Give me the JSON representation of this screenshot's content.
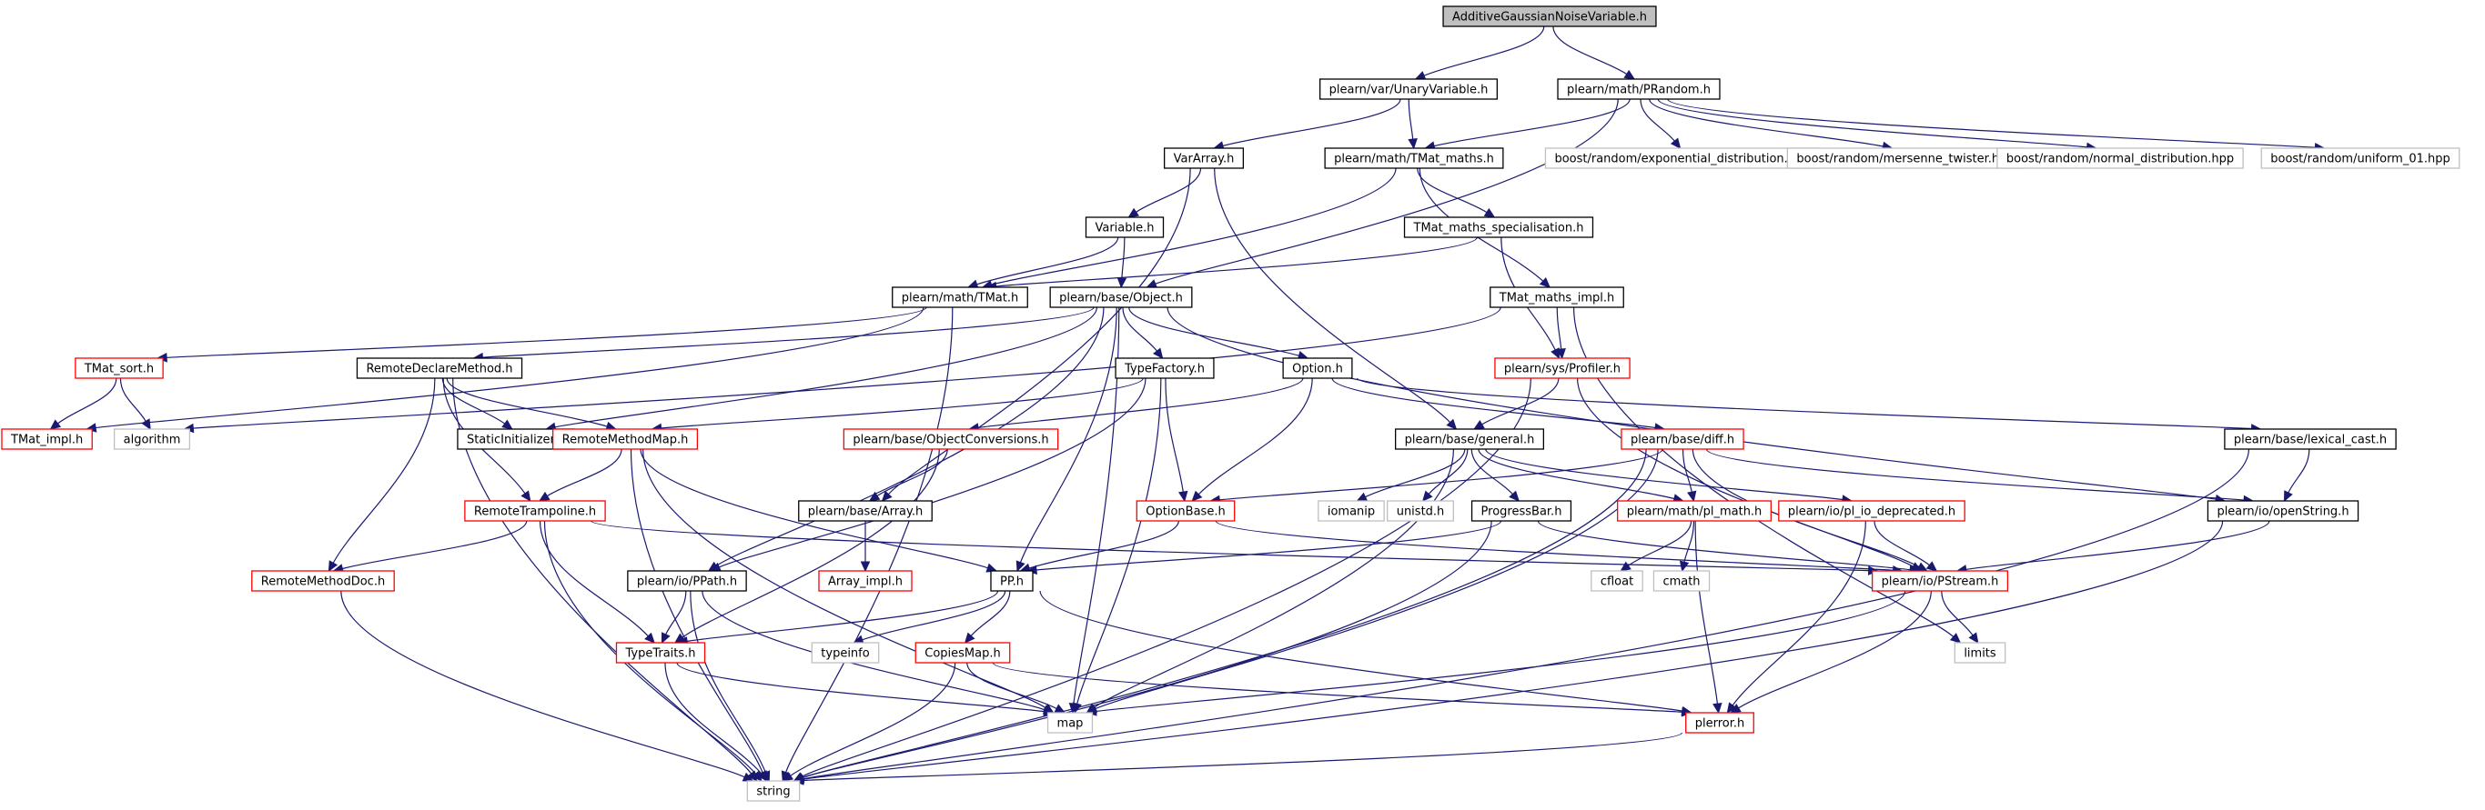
{
  "graph": {
    "colors": {
      "edge": "#191970",
      "root_fill": "#bfbfbf",
      "red": "#ff0000",
      "black": "#000000",
      "gray": "#bfbfbf"
    },
    "nodes": [
      {
        "id": "root",
        "label": "AdditiveGaussianNoiseVariable.h",
        "style": "root"
      },
      {
        "id": "unaryvar",
        "label": "plearn/var/UnaryVariable.h",
        "style": "black"
      },
      {
        "id": "prandom",
        "label": "plearn/math/PRandom.h",
        "style": "black"
      },
      {
        "id": "vararray",
        "label": "VarArray.h",
        "style": "black"
      },
      {
        "id": "tmatmaths",
        "label": "plearn/math/TMat_maths.h",
        "style": "black"
      },
      {
        "id": "bexp",
        "label": "boost/random/exponential_distribution.hpp",
        "style": "gray"
      },
      {
        "id": "bmt",
        "label": "boost/random/mersenne_twister.hpp",
        "style": "gray"
      },
      {
        "id": "bnorm",
        "label": "boost/random/normal_distribution.hpp",
        "style": "gray"
      },
      {
        "id": "buni",
        "label": "boost/random/uniform_01.hpp",
        "style": "gray"
      },
      {
        "id": "variable",
        "label": "Variable.h",
        "style": "black"
      },
      {
        "id": "tmatspec",
        "label": "TMat_maths_specialisation.h",
        "style": "black"
      },
      {
        "id": "tmat",
        "label": "plearn/math/TMat.h",
        "style": "black"
      },
      {
        "id": "object",
        "label": "plearn/base/Object.h",
        "style": "black"
      },
      {
        "id": "tmatimpl",
        "label": "TMat_maths_impl.h",
        "style": "black"
      },
      {
        "id": "tmatsort",
        "label": "TMat_sort.h",
        "style": "red"
      },
      {
        "id": "remotedeclare",
        "label": "RemoteDeclareMethod.h",
        "style": "black"
      },
      {
        "id": "typefactory",
        "label": "TypeFactory.h",
        "style": "black"
      },
      {
        "id": "option",
        "label": "Option.h",
        "style": "black"
      },
      {
        "id": "profiler",
        "label": "plearn/sys/Profiler.h",
        "style": "red"
      },
      {
        "id": "tmatimplh",
        "label": "TMat_impl.h",
        "style": "red"
      },
      {
        "id": "algorithm",
        "label": "algorithm",
        "style": "gray"
      },
      {
        "id": "staticinit",
        "label": "StaticInitializer.h",
        "style": "black"
      },
      {
        "id": "remotemethodmap",
        "label": "RemoteMethodMap.h",
        "style": "red"
      },
      {
        "id": "objconv",
        "label": "plearn/base/ObjectConversions.h",
        "style": "red"
      },
      {
        "id": "general",
        "label": "plearn/base/general.h",
        "style": "black"
      },
      {
        "id": "diff",
        "label": "plearn/base/diff.h",
        "style": "red"
      },
      {
        "id": "lexical",
        "label": "plearn/base/lexical_cast.h",
        "style": "black"
      },
      {
        "id": "remotetramp",
        "label": "RemoteTrampoline.h",
        "style": "red"
      },
      {
        "id": "array",
        "label": "plearn/base/Array.h",
        "style": "black"
      },
      {
        "id": "optionbase",
        "label": "OptionBase.h",
        "style": "red"
      },
      {
        "id": "iomanip",
        "label": "iomanip",
        "style": "gray"
      },
      {
        "id": "unistd",
        "label": "unistd.h",
        "style": "gray"
      },
      {
        "id": "progressbar",
        "label": "ProgressBar.h",
        "style": "black"
      },
      {
        "id": "plmath",
        "label": "plearn/math/pl_math.h",
        "style": "red"
      },
      {
        "id": "pliodep",
        "label": "plearn/io/pl_io_deprecated.h",
        "style": "red"
      },
      {
        "id": "openstring",
        "label": "plearn/io/openString.h",
        "style": "black"
      },
      {
        "id": "remotemethoddoc",
        "label": "RemoteMethodDoc.h",
        "style": "red"
      },
      {
        "id": "arrayimpl",
        "label": "Array_impl.h",
        "style": "red"
      },
      {
        "id": "ppath",
        "label": "plearn/io/PPath.h",
        "style": "black"
      },
      {
        "id": "pp",
        "label": "PP.h",
        "style": "black"
      },
      {
        "id": "cfloat",
        "label": "cfloat",
        "style": "gray"
      },
      {
        "id": "cmath",
        "label": "cmath",
        "style": "gray"
      },
      {
        "id": "pstream",
        "label": "plearn/io/PStream.h",
        "style": "red"
      },
      {
        "id": "typetraits",
        "label": "TypeTraits.h",
        "style": "red"
      },
      {
        "id": "typeinfo",
        "label": "typeinfo",
        "style": "gray"
      },
      {
        "id": "copiesmap",
        "label": "CopiesMap.h",
        "style": "red"
      },
      {
        "id": "limits",
        "label": "limits",
        "style": "gray"
      },
      {
        "id": "map",
        "label": "map",
        "style": "gray"
      },
      {
        "id": "plerror",
        "label": "plerror.h",
        "style": "red"
      },
      {
        "id": "string",
        "label": "string",
        "style": "gray"
      }
    ],
    "edges": [
      [
        "root",
        "unaryvar"
      ],
      [
        "root",
        "prandom"
      ],
      [
        "unaryvar",
        "vararray"
      ],
      [
        "unaryvar",
        "tmatmaths"
      ],
      [
        "prandom",
        "tmatmaths"
      ],
      [
        "prandom",
        "object"
      ],
      [
        "prandom",
        "bexp"
      ],
      [
        "prandom",
        "bmt"
      ],
      [
        "prandom",
        "bnorm"
      ],
      [
        "prandom",
        "buni"
      ],
      [
        "vararray",
        "variable"
      ],
      [
        "vararray",
        "array"
      ],
      [
        "vararray",
        "general"
      ],
      [
        "tmatmaths",
        "tmat"
      ],
      [
        "tmatmaths",
        "tmatspec"
      ],
      [
        "tmatmaths",
        "tmatimpl"
      ],
      [
        "variable",
        "tmat"
      ],
      [
        "variable",
        "object"
      ],
      [
        "tmatspec",
        "tmat"
      ],
      [
        "tmatspec",
        "profiler"
      ],
      [
        "tmatimpl",
        "profiler"
      ],
      [
        "tmatimpl",
        "algorithm"
      ],
      [
        "tmatimpl",
        "limits"
      ],
      [
        "tmat",
        "tmatsort"
      ],
      [
        "tmat",
        "tmatimplh"
      ],
      [
        "tmat",
        "string"
      ],
      [
        "object",
        "remotedeclare"
      ],
      [
        "object",
        "typefactory"
      ],
      [
        "object",
        "option"
      ],
      [
        "object",
        "staticinit"
      ],
      [
        "object",
        "ppath"
      ],
      [
        "object",
        "pp"
      ],
      [
        "object",
        "map"
      ],
      [
        "object",
        "openstring"
      ],
      [
        "tmatsort",
        "tmatimplh"
      ],
      [
        "tmatsort",
        "algorithm"
      ],
      [
        "remotedeclare",
        "staticinit"
      ],
      [
        "remotedeclare",
        "remotemethodmap"
      ],
      [
        "remotedeclare",
        "remotetramp"
      ],
      [
        "remotedeclare",
        "remotemethoddoc"
      ],
      [
        "remotedeclare",
        "string"
      ],
      [
        "typefactory",
        "remotemethodmap"
      ],
      [
        "typefactory",
        "optionbase"
      ],
      [
        "typefactory",
        "ppath"
      ],
      [
        "typefactory",
        "map"
      ],
      [
        "option",
        "objconv"
      ],
      [
        "option",
        "optionbase"
      ],
      [
        "option",
        "diff"
      ],
      [
        "option",
        "lexical"
      ],
      [
        "profiler",
        "general"
      ],
      [
        "profiler",
        "pstream"
      ],
      [
        "profiler",
        "string"
      ],
      [
        "remotemethodmap",
        "remotetramp"
      ],
      [
        "remotemethodmap",
        "pp"
      ],
      [
        "remotemethodmap",
        "map"
      ],
      [
        "remotemethodmap",
        "string"
      ],
      [
        "objconv",
        "array"
      ],
      [
        "objconv",
        "typetraits"
      ],
      [
        "general",
        "iomanip"
      ],
      [
        "general",
        "unistd"
      ],
      [
        "general",
        "progressbar"
      ],
      [
        "general",
        "plmath"
      ],
      [
        "general",
        "pliodep"
      ],
      [
        "general",
        "map"
      ],
      [
        "diff",
        "optionbase"
      ],
      [
        "diff",
        "plmath"
      ],
      [
        "diff",
        "pstream"
      ],
      [
        "diff",
        "openstring"
      ],
      [
        "diff",
        "map"
      ],
      [
        "diff",
        "string"
      ],
      [
        "lexical",
        "openstring"
      ],
      [
        "lexical",
        "string"
      ],
      [
        "remotetramp",
        "remotemethoddoc"
      ],
      [
        "remotetramp",
        "typetraits"
      ],
      [
        "remotetramp",
        "pstream"
      ],
      [
        "remotetramp",
        "string"
      ],
      [
        "array",
        "arrayimpl"
      ],
      [
        "optionbase",
        "pp"
      ],
      [
        "optionbase",
        "pstream"
      ],
      [
        "progressbar",
        "pp"
      ],
      [
        "progressbar",
        "pstream"
      ],
      [
        "progressbar",
        "string"
      ],
      [
        "plmath",
        "cfloat"
      ],
      [
        "plmath",
        "cmath"
      ],
      [
        "plmath",
        "plerror"
      ],
      [
        "pliodep",
        "pstream"
      ],
      [
        "pliodep",
        "plerror"
      ],
      [
        "openstring",
        "pstream"
      ],
      [
        "openstring",
        "string"
      ],
      [
        "remotemethoddoc",
        "string"
      ],
      [
        "ppath",
        "typetraits"
      ],
      [
        "ppath",
        "map"
      ],
      [
        "ppath",
        "string"
      ],
      [
        "pp",
        "typetraits"
      ],
      [
        "pp",
        "typeinfo"
      ],
      [
        "pp",
        "copiesmap"
      ],
      [
        "pp",
        "plerror"
      ],
      [
        "pstream",
        "limits"
      ],
      [
        "pstream",
        "map"
      ],
      [
        "pstream",
        "plerror"
      ],
      [
        "typetraits",
        "map"
      ],
      [
        "typetraits",
        "string"
      ],
      [
        "copiesmap",
        "map"
      ],
      [
        "copiesmap",
        "plerror"
      ],
      [
        "copiesmap",
        "string"
      ],
      [
        "plerror",
        "string"
      ]
    ]
  }
}
